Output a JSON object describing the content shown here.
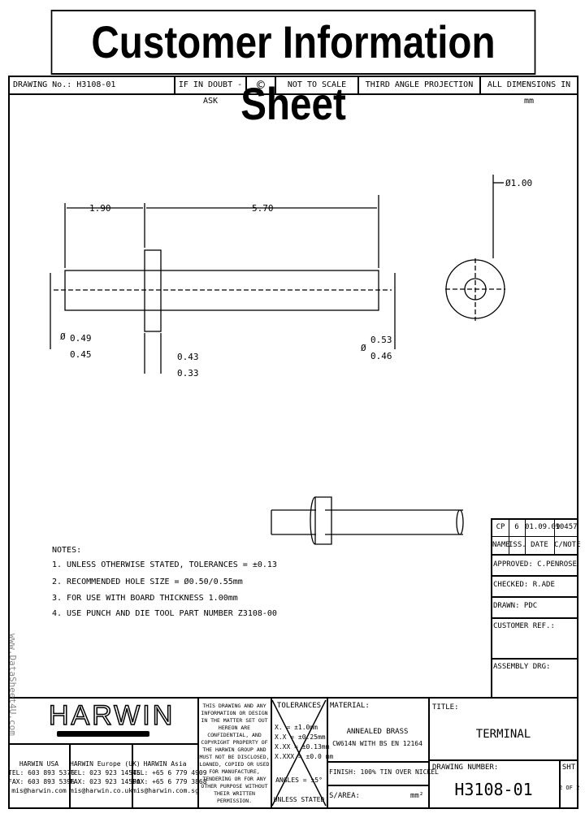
{
  "title": "Customer Information Sheet",
  "header": {
    "drawing_no": "DRAWING No.: H3108-01",
    "doubt": "IF IN DOUBT - ASK",
    "copyright": "©",
    "scale": "NOT TO SCALE",
    "projection": "THIRD ANGLE PROJECTION",
    "units": "ALL DIMENSIONS IN mm"
  },
  "dims": {
    "d1": "1.90",
    "d2": "5.70",
    "d3": "Ø1.00",
    "d4a": "0.49",
    "d4b": "0.45",
    "d5a": "0.43",
    "d5b": "0.33",
    "d6a": "0.53",
    "d6b": "0.46",
    "phi": "Ø"
  },
  "notes": {
    "heading": "NOTES:",
    "items": [
      "1. UNLESS OTHERWISE STATED, TOLERANCES = ±0.13",
      "2. RECOMMENDED HOLE SIZE = Ø0.50/0.55mm",
      "3. FOR USE WITH BOARD THICKNESS 1.00mm",
      "4. USE PUNCH AND DIE TOOL PART NUMBER Z3108-00"
    ]
  },
  "revision": {
    "row": [
      "CP",
      "6",
      "01.09.09",
      "10457"
    ],
    "headers": [
      "NAME",
      "ISS.",
      "DATE",
      "C/NOTE"
    ],
    "approved": "APPROVED:  C.PENROSE",
    "checked": "CHECKED:  R.ADE",
    "drawn": "DRAWN:      PDC",
    "customer_ref": "CUSTOMER REF.:",
    "assembly": "ASSEMBLY DRG:"
  },
  "company": {
    "logo": "HARWIN",
    "offices": [
      {
        "name": "HARWIN USA",
        "tel": "TEL: 603 893 5376",
        "fax": "FAX: 603 893 5396",
        "email": "mis@harwin.com"
      },
      {
        "name": "HARWIN Europe (UK)",
        "tel": "TEL: 023 923 14545",
        "fax": "FAX: 023 923 14590",
        "email": "mis@harwin.co.uk"
      },
      {
        "name": "HARWIN Asia",
        "tel": "TEL: +65 6 779 4909",
        "fax": "FAX: +65 6 779 3868",
        "email": "mis@harwin.com.sg"
      }
    ]
  },
  "confidential": "THIS DRAWING AND ANY INFORMATION OR DESIGN IN THE MATTER SET OUT HEREON ARE CONFIDENTIAL, AND COPYRIGHT PROPERTY OF THE HARWIN GROUP AND MUST NOT BE DISCLOSED, LOANED, COPIED OR USED FOR MANUFACTURE, TENDERING OR FOR ANY OTHER PURPOSE WITHOUT THEIR WRITTEN PERMISSION.",
  "tolerances": {
    "heading": "TOLERANCES",
    "lines": [
      "X. = ±1.0mm",
      "X.X = ±0.25mm",
      "X.XX = ±0.13mm",
      "X.XXX = ±0.0 mm",
      "ANGLES = ±5°"
    ],
    "footer": "UNLESS STATED"
  },
  "material": {
    "label": "MATERIAL:",
    "line1": "ANNEALED BRASS",
    "line2": "CW614N WITH BS EN 12164"
  },
  "finish": "FINISH: 100% TIN OVER NICKEL",
  "surface": {
    "label": "S/AREA:",
    "unit": "mm²"
  },
  "title_block": {
    "label": "TITLE:",
    "value": "TERMINAL"
  },
  "drawing_number": {
    "label": "DRAWING NUMBER:",
    "value": "H3108-01"
  },
  "sheet": {
    "label": "SHT",
    "value": "2 OF 2"
  },
  "watermark": "www.DataSheet4U.com"
}
